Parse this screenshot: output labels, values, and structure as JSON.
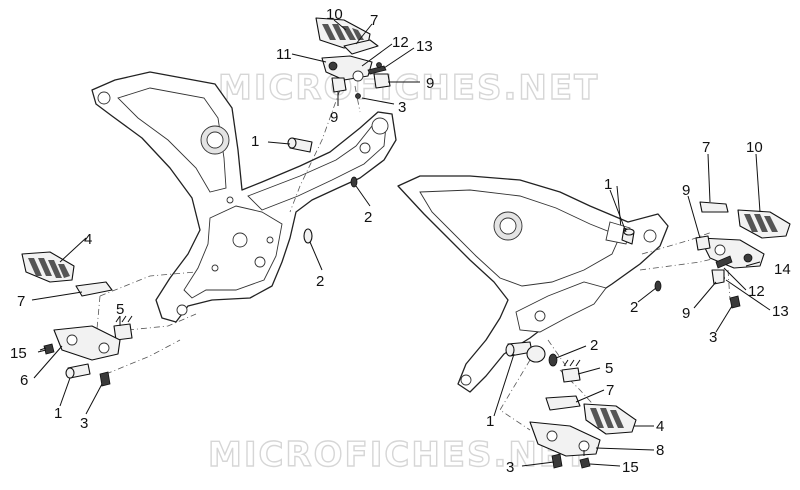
{
  "watermark": {
    "top": "MICROFICHES.NET",
    "bottom": "MICROFICHES.NET"
  },
  "left_assembly": {
    "callouts": [
      {
        "id": "l-10",
        "text": "10"
      },
      {
        "id": "l-7a",
        "text": "7"
      },
      {
        "id": "l-11",
        "text": "11"
      },
      {
        "id": "l-12",
        "text": "12"
      },
      {
        "id": "l-13",
        "text": "13"
      },
      {
        "id": "l-9a",
        "text": "9"
      },
      {
        "id": "l-9b",
        "text": "9"
      },
      {
        "id": "l-3a",
        "text": "3"
      },
      {
        "id": "l-1a",
        "text": "1"
      },
      {
        "id": "l-2a",
        "text": "2"
      },
      {
        "id": "l-2b",
        "text": "2"
      },
      {
        "id": "l-4",
        "text": "4"
      },
      {
        "id": "l-7b",
        "text": "7"
      },
      {
        "id": "l-5",
        "text": "5"
      },
      {
        "id": "l-15",
        "text": "15"
      },
      {
        "id": "l-6",
        "text": "6"
      },
      {
        "id": "l-1b",
        "text": "1"
      },
      {
        "id": "l-3b",
        "text": "3"
      }
    ]
  },
  "right_assembly": {
    "callouts": [
      {
        "id": "r-1a",
        "text": "1"
      },
      {
        "id": "r-7a",
        "text": "7"
      },
      {
        "id": "r-10",
        "text": "10"
      },
      {
        "id": "r-9a",
        "text": "9"
      },
      {
        "id": "r-14",
        "text": "14"
      },
      {
        "id": "r-12",
        "text": "12"
      },
      {
        "id": "r-13",
        "text": "13"
      },
      {
        "id": "r-9b",
        "text": "9"
      },
      {
        "id": "r-3a",
        "text": "3"
      },
      {
        "id": "r-2a",
        "text": "2"
      },
      {
        "id": "r-2b",
        "text": "2"
      },
      {
        "id": "r-5",
        "text": "5"
      },
      {
        "id": "r-7b",
        "text": "7"
      },
      {
        "id": "r-4",
        "text": "4"
      },
      {
        "id": "r-1b",
        "text": "1"
      },
      {
        "id": "r-8",
        "text": "8"
      },
      {
        "id": "r-3b",
        "text": "3"
      },
      {
        "id": "r-15",
        "text": "15"
      }
    ]
  }
}
